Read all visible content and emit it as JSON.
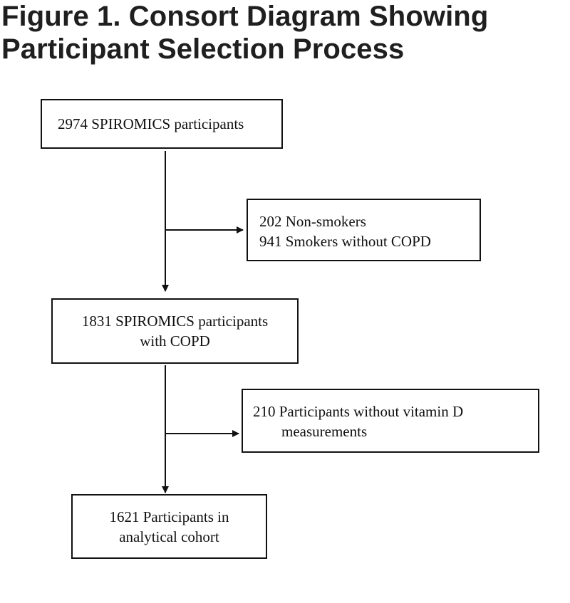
{
  "title": {
    "line1": "Figure 1. Consort Diagram Showing",
    "line2": "Participant Selection Process"
  },
  "boxes": {
    "start": {
      "line1": "2974 SPIROMICS participants"
    },
    "exclusion1": {
      "line1": "202 Non-smokers",
      "line2": "941 Smokers without COPD"
    },
    "middle": {
      "line1": "1831 SPIROMICS participants",
      "line2": "with COPD"
    },
    "exclusion2": {
      "line1": "210 Participants without vitamin D",
      "line2": "measurements"
    },
    "final": {
      "line1": "1621 Participants in",
      "line2": "analytical cohort"
    }
  }
}
